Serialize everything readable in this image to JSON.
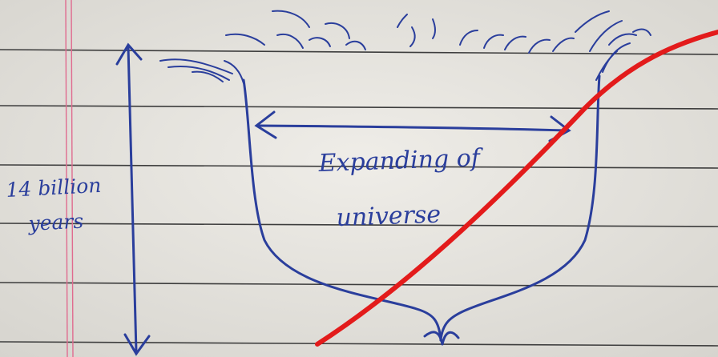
{
  "note": {
    "ink_color": "#2a3e9c",
    "rule_color": "#3d3d3d",
    "margin_color": "#e06b8f",
    "paper_color": "#e9e7e1",
    "cross_color": "#e31b1b"
  },
  "labels": {
    "time_line1": "14 billion",
    "time_line2": "years",
    "expand_line1": "Expanding of",
    "expand_line2": "universe"
  }
}
